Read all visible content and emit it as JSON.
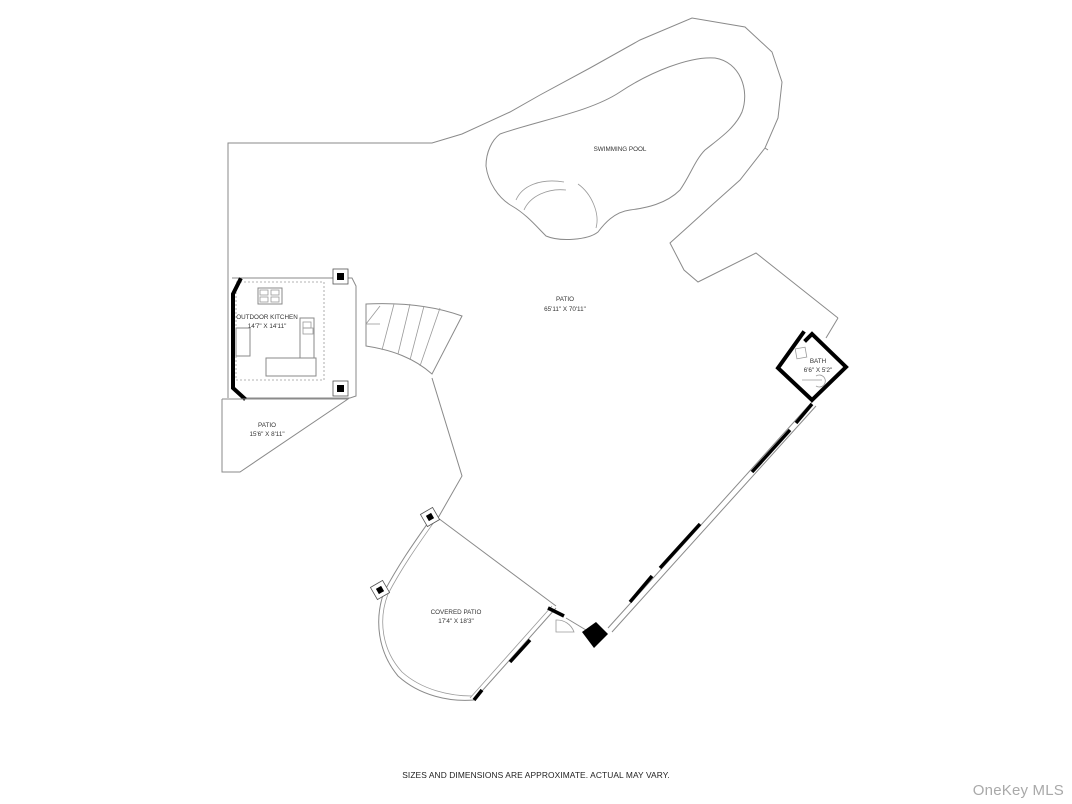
{
  "rooms": {
    "swimming_pool": {
      "name": "SWIMMING POOL"
    },
    "patio_main": {
      "name": "PATIO",
      "dims": "65'11\" X 70'11\""
    },
    "outdoor_kitchen": {
      "name": "OUTDOOR KITCHEN",
      "dims": "14'7\" X 14'11\""
    },
    "patio_small": {
      "name": "PATIO",
      "dims": "15'6\" X 8'11\""
    },
    "bath": {
      "name": "BATH",
      "dims": "6'6\" X 5'2\""
    },
    "covered_patio": {
      "name": "COVERED PATIO",
      "dims": "17'4\" X 18'3\""
    }
  },
  "disclaimer": "SIZES AND DIMENSIONS ARE APPROXIMATE. ACTUAL MAY VARY.",
  "watermark": "OneKey MLS"
}
